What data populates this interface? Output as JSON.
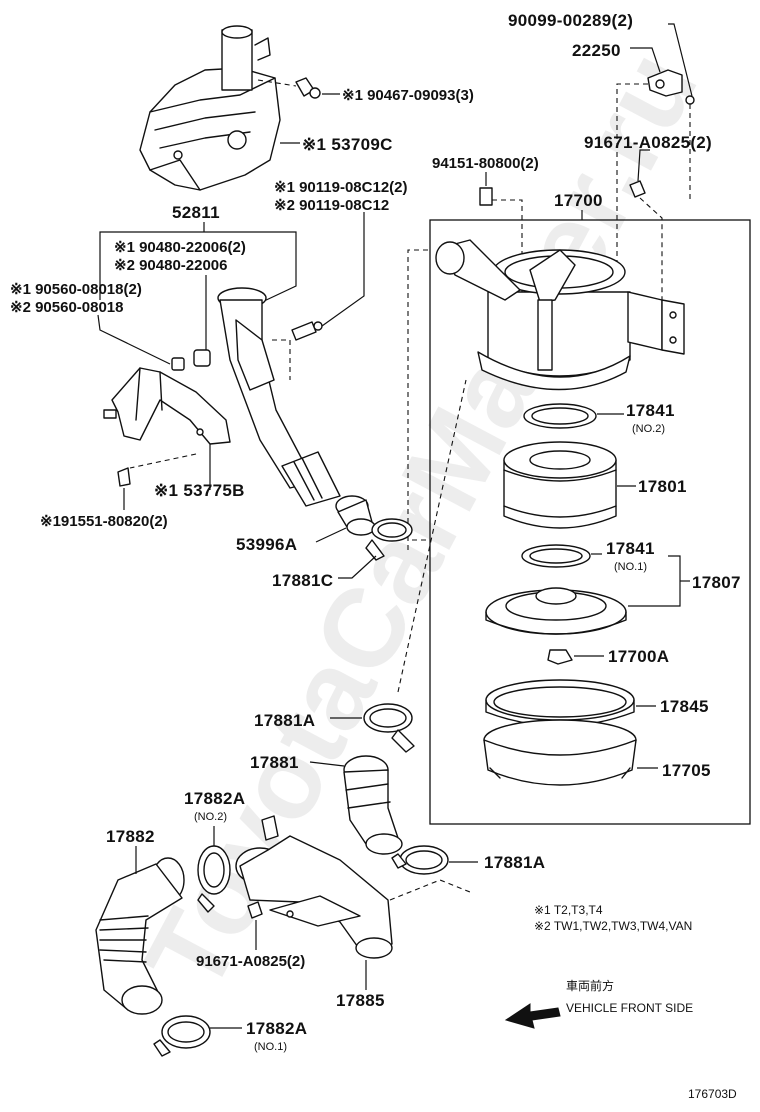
{
  "watermark": "ToyotaCarMaster.ru",
  "labels": {
    "p90099": "90099-00289(2)",
    "p22250": "22250",
    "p90467": "※1  90467-09093(3)",
    "p53709c": "※1  53709C",
    "p91671_top": "91671-A0825(2)",
    "p94151": "94151-80800(2)",
    "p90119_1": "※1  90119-08C12(2)",
    "p90119_2": "※2  90119-08C12",
    "p17700": "17700",
    "p52811": "52811",
    "p90480_1": "※1  90480-22006(2)",
    "p90480_2": "※2  90480-22006",
    "p90560_1": "※1  90560-08018(2)",
    "p90560_2": "※2  90560-08018",
    "p17841_a": "17841",
    "p17841_a_note": "(NO.2)",
    "p17801": "17801",
    "p53775b": "※1 53775B",
    "p91551": "※191551-80820(2)",
    "p53996a": "53996A",
    "p17841_b": "17841",
    "p17841_b_note": "(NO.1)",
    "p17807": "17807",
    "p17881c": "17881C",
    "p17700a": "17700A",
    "p17881a_top": "17881A",
    "p17845": "17845",
    "p17881": "17881",
    "p17705": "17705",
    "p17882a_top": "17882A",
    "p17882a_top_note": "(NO.2)",
    "p17882": "17882",
    "p17881a_right": "17881A",
    "p91671_bottom": "91671-A0825(2)",
    "p17885": "17885",
    "p17882a_bottom": "17882A",
    "p17882a_bottom_note": "(NO.1)"
  },
  "legend": {
    "line1": "※1  T2,T3,T4",
    "line2": "※2  TW1,TW2,TW3,TW4,VAN"
  },
  "direction": {
    "japanese": "車両前方",
    "english": "VEHICLE FRONT SIDE"
  },
  "figure_id": "176703D"
}
